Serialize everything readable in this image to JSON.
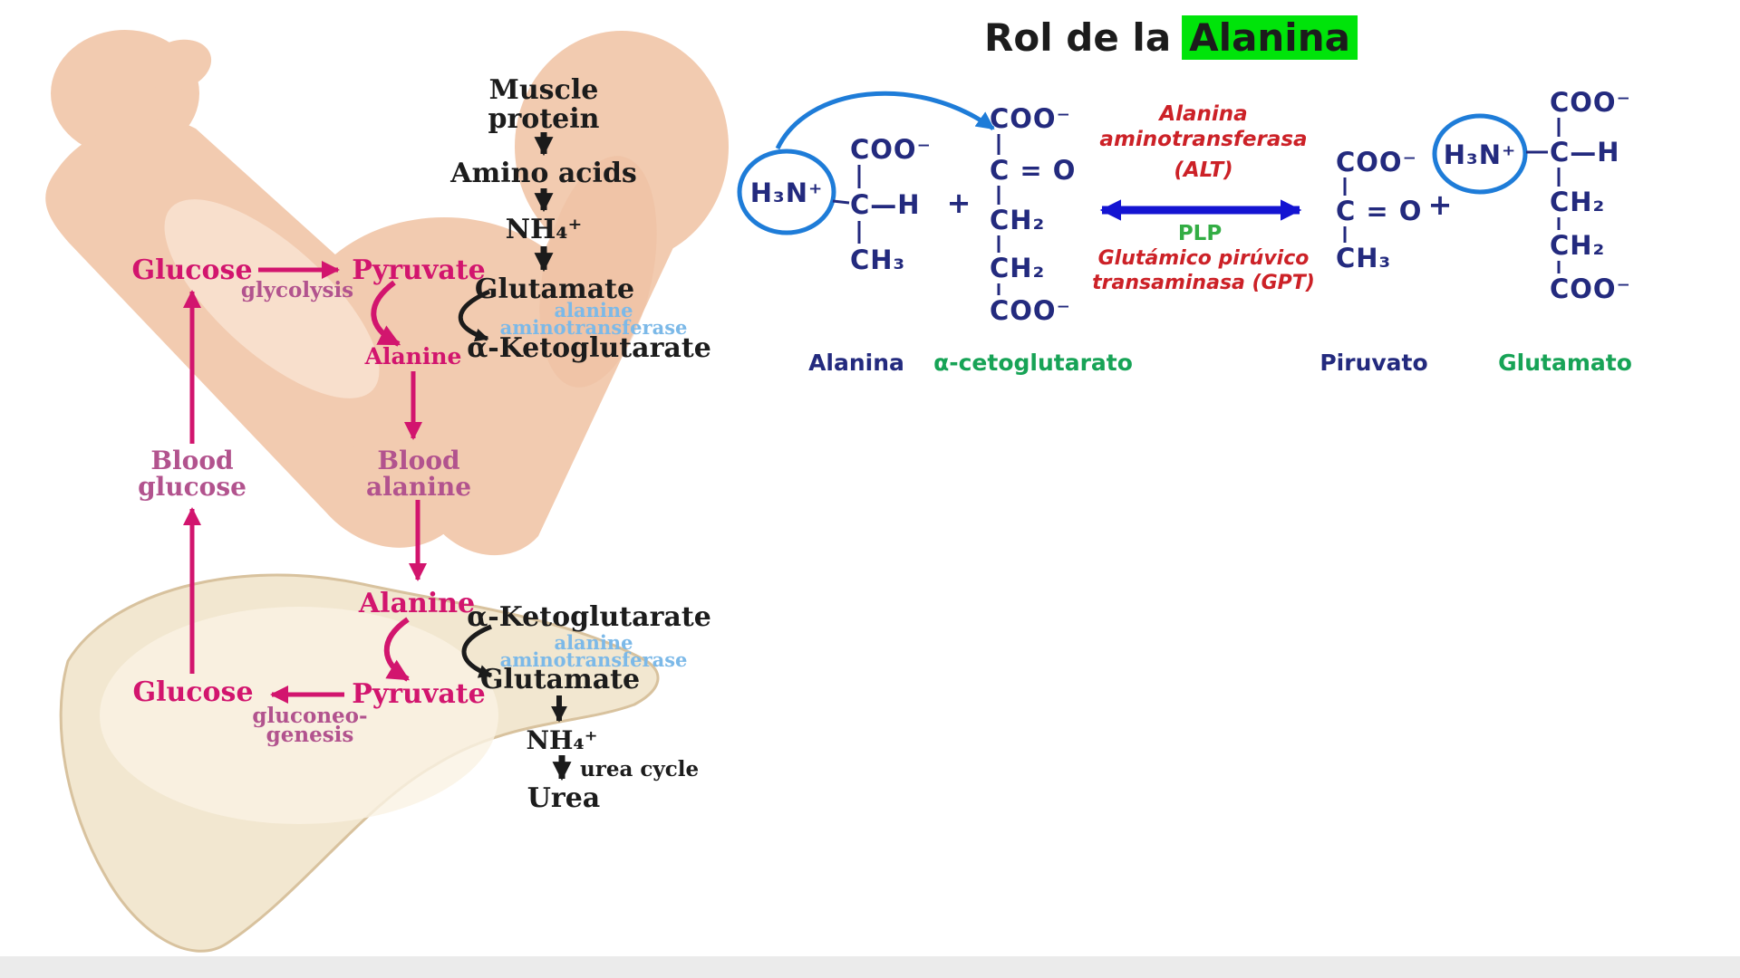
{
  "slide": {
    "title": {
      "prefix": "Rol de la",
      "highlight": "Alanina"
    }
  },
  "cycle_diagram": {
    "muscle": {
      "protein_l1": "Muscle",
      "protein_l2": "protein",
      "amino_acids": "Amino acids",
      "ammonium": "NH₄⁺",
      "glutamate": "Glutamate",
      "enzyme_l1": "alanine",
      "enzyme_l2": "aminotransferase",
      "alpha_ketoglutarate": "α-Ketoglutarate",
      "glucose": "Glucose",
      "glycolysis": "glycolysis",
      "pyruvate": "Pyruvate",
      "alanine": "Alanine"
    },
    "blood": {
      "glucose_l1": "Blood",
      "glucose_l2": "glucose",
      "alanine_l1": "Blood",
      "alanine_l2": "alanine"
    },
    "liver": {
      "alanine": "Alanine",
      "alpha_ketoglutarate": "α-Ketoglutarate",
      "enzyme_l1": "alanine",
      "enzyme_l2": "aminotransferase",
      "glutamate": "Glutamate",
      "glucose": "Glucose",
      "gluconeogenesis_l1": "gluconeo-",
      "gluconeogenesis_l2": "genesis",
      "pyruvate": "Pyruvate",
      "ammonium": "NH₄⁺",
      "urea_cycle": "urea cycle",
      "urea": "Urea"
    }
  },
  "reaction": {
    "alanina": {
      "amino": "H₃N⁺",
      "coo": "COO⁻",
      "ch": "C—H",
      "ch3": "CH₃",
      "label": "Alanina"
    },
    "plus_left": "+",
    "cetoglutarato": {
      "coo_top": "COO⁻",
      "co": "C = O",
      "ch2a": "CH₂",
      "ch2b": "CH₂",
      "coo_bottom": "COO⁻",
      "label": "α-cetoglutarato"
    },
    "enzyme": {
      "name_l1": "Alanina",
      "name_l2": "aminotransferasa",
      "name_l3": "(ALT)",
      "cofactor": "PLP",
      "synonym_l1": "Glutámico pirúvico",
      "synonym_l2": "transaminasa (GPT)"
    },
    "piruvato": {
      "coo": "COO⁻",
      "co": "C = O",
      "ch3": "CH₃",
      "label": "Piruvato"
    },
    "plus_right": "+",
    "glutamato": {
      "amino": "H₃N⁺",
      "coo_top": "COO⁻",
      "ch": "C—H",
      "ch2a": "CH₂",
      "ch2b": "CH₂",
      "coo_bottom": "COO⁻",
      "label": "Glutamato"
    }
  },
  "colors": {
    "magenta": "#d2156e",
    "muted_magenta": "#b2538e",
    "diagram_black": "#1c1c1c",
    "enzyme_blue": "#7cb9e8",
    "structure_navy": "#232a7e",
    "circle_blue": "#1e7cd8",
    "reaction_arrow_blue": "#1414d2",
    "enzyme_red": "#cc2127",
    "plp_green": "#33ad44",
    "label_green": "#17a356",
    "highlight_green": "#00e40a",
    "skin_tone": "#f2cbb0",
    "liver_tan": "#f2e7d0"
  }
}
